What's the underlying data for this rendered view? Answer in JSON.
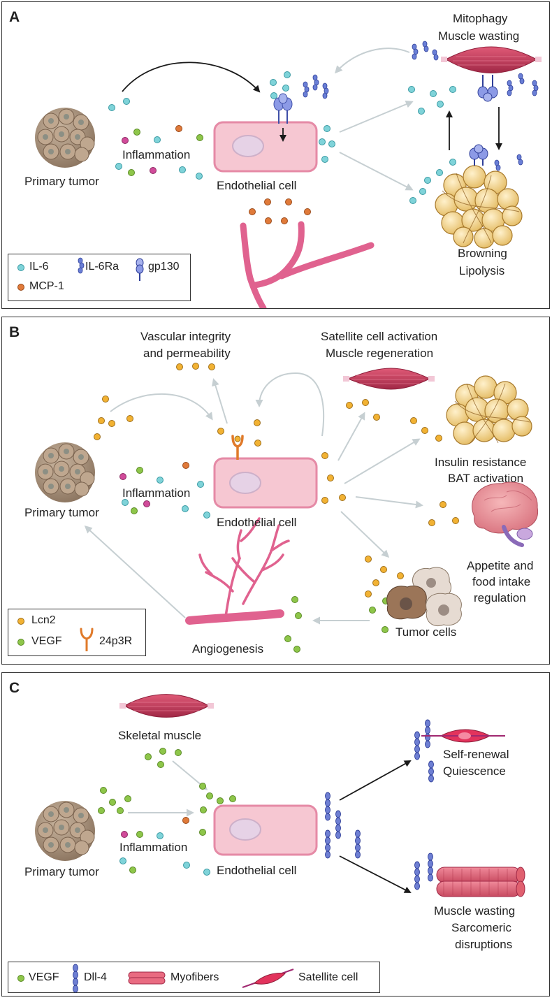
{
  "colors": {
    "il6": "#7fd3d9",
    "mcp1": "#e07a3a",
    "lcn2": "#f2b233",
    "vegf": "#8ec64a",
    "magenta": "#d14b9a",
    "cell_fill": "#f6c7d2",
    "cell_stroke": "#e58aa6",
    "vessel": "#e0628f",
    "muscle": "#c83b5b",
    "receptor": "#6a7fd6",
    "dll4": "#6e7fd3",
    "fat": "#f3d79a",
    "arrow_gray": "#c6cfd2",
    "arrow_black": "#1a1a1a"
  },
  "panel_a": {
    "label": "A",
    "primary_tumor": "Primary tumor",
    "inflammation": "Inflammation",
    "endothelial_cell": "Endothelial cell",
    "mitophagy": "Mitophagy",
    "muscle_wasting": "Muscle wasting",
    "browning": "Browning",
    "lipolysis": "Lipolysis",
    "legend": {
      "il6": "IL-6",
      "il6ra": "IL-6Ra",
      "gp130": "gp130",
      "mcp1": "MCP-1"
    }
  },
  "panel_b": {
    "label": "B",
    "vascular_line1": "Vascular integrity",
    "vascular_line2": "and permeability",
    "satellite_line1": "Satellite cell activation",
    "satellite_line2": "Muscle regeneration",
    "insulin": "Insulin resistance",
    "bat": "BAT activation",
    "primary_tumor": "Primary tumor",
    "inflammation": "Inflammation",
    "endothelial_cell": "Endothelial cell",
    "appetite_line1": "Appetite and",
    "appetite_line2": "food intake",
    "appetite_line3": "regulation",
    "tumor_cells": "Tumor cells",
    "angiogenesis": "Angiogenesis",
    "legend": {
      "lcn2": "Lcn2",
      "vegf": "VEGF",
      "receptor": "24p3R"
    }
  },
  "panel_c": {
    "label": "C",
    "skeletal_muscle": "Skeletal muscle",
    "inflammation": "Inflammation",
    "primary_tumor": "Primary tumor",
    "endothelial_cell": "Endothelial cell",
    "self_renewal": "Self-renewal",
    "quiescence": "Quiescence",
    "muscle_wasting": "Muscle wasting",
    "sarcomeric": "Sarcomeric",
    "disruptions": "disruptions",
    "legend": {
      "vegf": "VEGF",
      "dll4": "Dll-4",
      "myofibers": "Myofibers",
      "satellite": "Satellite cell"
    }
  }
}
